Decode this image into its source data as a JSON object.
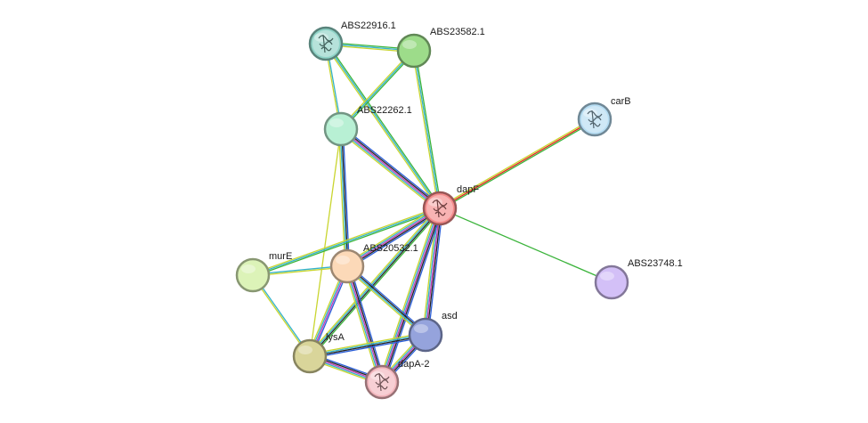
{
  "network": {
    "nodes": [
      {
        "id": "ABS22916.1",
        "label": "ABS22916.1",
        "color": "#8fd3c7",
        "has_structure": true
      },
      {
        "id": "ABS23582.1",
        "label": "ABS23582.1",
        "color": "#9ddc8a",
        "has_structure": false
      },
      {
        "id": "ABS22262.1",
        "label": "ABS22262.1",
        "color": "#b8f0d4",
        "has_structure": false
      },
      {
        "id": "carB",
        "label": "carB",
        "color": "#b5dcf2",
        "has_structure": true
      },
      {
        "id": "dapF",
        "label": "dapF",
        "color": "#f48b8b",
        "has_structure": true
      },
      {
        "id": "murE",
        "label": "murE",
        "color": "#dcf3b8",
        "has_structure": false
      },
      {
        "id": "ABS20532.1",
        "label": "ABS20532.1",
        "color": "#fcd9b8",
        "has_structure": false
      },
      {
        "id": "ABS23748.1",
        "label": "ABS23748.1",
        "color": "#d3c0f7",
        "has_structure": false
      },
      {
        "id": "asd",
        "label": "asd",
        "color": "#95a3dc",
        "has_structure": false
      },
      {
        "id": "lysA",
        "label": "lysA",
        "color": "#d9d59a",
        "has_structure": false
      },
      {
        "id": "dapA-2",
        "label": "dapA-2",
        "color": "#f3b6bd",
        "has_structure": true
      }
    ],
    "edge_colors": {
      "neighborhood": "#3cb43c",
      "cooccurrence": "#2b5fd9",
      "coexpression": "#232323",
      "experiments": "#c23ab7",
      "database": "#35b3cc",
      "textmining": "#c9d52f",
      "fusion": "#e3261c",
      "homology": "#b9b9ff"
    },
    "edges": [
      {
        "source": "ABS22916.1",
        "target": "ABS23582.1",
        "evidence": [
          "neighborhood",
          "database",
          "textmining"
        ]
      },
      {
        "source": "ABS22916.1",
        "target": "ABS22262.1",
        "evidence": [
          "database",
          "textmining"
        ]
      },
      {
        "source": "ABS22916.1",
        "target": "dapF",
        "evidence": [
          "neighborhood",
          "database",
          "textmining"
        ]
      },
      {
        "source": "ABS23582.1",
        "target": "ABS22262.1",
        "evidence": [
          "neighborhood",
          "database",
          "textmining"
        ]
      },
      {
        "source": "ABS23582.1",
        "target": "dapF",
        "evidence": [
          "neighborhood",
          "database",
          "textmining"
        ]
      },
      {
        "source": "ABS22262.1",
        "target": "dapF",
        "evidence": [
          "cooccurrence",
          "coexpression",
          "experiments",
          "database",
          "textmining"
        ]
      },
      {
        "source": "ABS22262.1",
        "target": "ABS20532.1",
        "evidence": [
          "cooccurrence",
          "coexpression",
          "database",
          "textmining"
        ]
      },
      {
        "source": "ABS22262.1",
        "target": "lysA",
        "evidence": [
          "textmining"
        ]
      },
      {
        "source": "carB",
        "target": "dapF",
        "evidence": [
          "neighborhood",
          "fusion",
          "textmining"
        ]
      },
      {
        "source": "dapF",
        "target": "ABS23748.1",
        "evidence": [
          "neighborhood"
        ]
      },
      {
        "source": "dapF",
        "target": "murE",
        "evidence": [
          "neighborhood",
          "database",
          "textmining"
        ]
      },
      {
        "source": "dapF",
        "target": "ABS20532.1",
        "evidence": [
          "cooccurrence",
          "coexpression",
          "experiments",
          "database",
          "textmining"
        ]
      },
      {
        "source": "dapF",
        "target": "asd",
        "evidence": [
          "cooccurrence",
          "coexpression",
          "experiments",
          "database",
          "textmining"
        ]
      },
      {
        "source": "dapF",
        "target": "lysA",
        "evidence": [
          "neighborhood",
          "coexpression",
          "database",
          "textmining"
        ]
      },
      {
        "source": "dapF",
        "target": "dapA-2",
        "evidence": [
          "cooccurrence",
          "coexpression",
          "experiments",
          "database",
          "textmining"
        ]
      },
      {
        "source": "murE",
        "target": "ABS20532.1",
        "evidence": [
          "database",
          "textmining"
        ]
      },
      {
        "source": "murE",
        "target": "lysA",
        "evidence": [
          "database",
          "textmining"
        ]
      },
      {
        "source": "ABS20532.1",
        "target": "asd",
        "evidence": [
          "cooccurrence",
          "coexpression",
          "database",
          "textmining"
        ]
      },
      {
        "source": "ABS20532.1",
        "target": "lysA",
        "evidence": [
          "cooccurrence",
          "experiments",
          "database",
          "textmining"
        ]
      },
      {
        "source": "ABS20532.1",
        "target": "dapA-2",
        "evidence": [
          "cooccurrence",
          "coexpression",
          "experiments",
          "database",
          "textmining"
        ]
      },
      {
        "source": "asd",
        "target": "lysA",
        "evidence": [
          "cooccurrence",
          "coexpression",
          "database",
          "textmining"
        ]
      },
      {
        "source": "asd",
        "target": "dapA-2",
        "evidence": [
          "cooccurrence",
          "coexpression",
          "experiments",
          "database",
          "textmining"
        ]
      },
      {
        "source": "lysA",
        "target": "dapA-2",
        "evidence": [
          "cooccurrence",
          "coexpression",
          "experiments",
          "database",
          "textmining"
        ]
      }
    ]
  }
}
